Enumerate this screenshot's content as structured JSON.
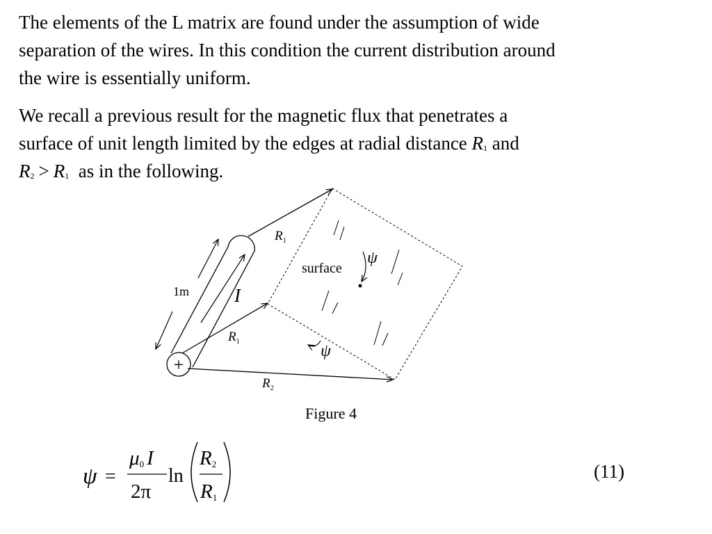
{
  "paragraph1": {
    "line1": "The elements of the L matrix are found under the assumption of wide",
    "line2": "separation of the wires. In this condition the current distribution around",
    "line3": "the wire is essentially uniform."
  },
  "paragraph2": {
    "line1": "We recall a previous result for the magnetic flux that penetrates a",
    "line2_text": "surface of unit length limited by the edges at radial distance",
    "sym_R": "R",
    "sub_1": "1",
    "sub_2": "2",
    "word_and": "and",
    "sym_gt": ">",
    "line3_tail": "as in the following."
  },
  "figure": {
    "label_R": "R",
    "label_sub1": "1",
    "label_sub2": "2",
    "label_surface": "surface",
    "label_psi": "ψ",
    "label_1m": "1m",
    "label_I": "I",
    "label_plus": "+",
    "caption": "Figure 4"
  },
  "equation": {
    "lhs": "ψ",
    "equals": "=",
    "mu": "μ",
    "mu_sub": "0",
    "current": "I",
    "denominator": "2π",
    "ln": "ln",
    "R": "R",
    "sub2": "2",
    "sub1": "1",
    "number": "(11)"
  }
}
